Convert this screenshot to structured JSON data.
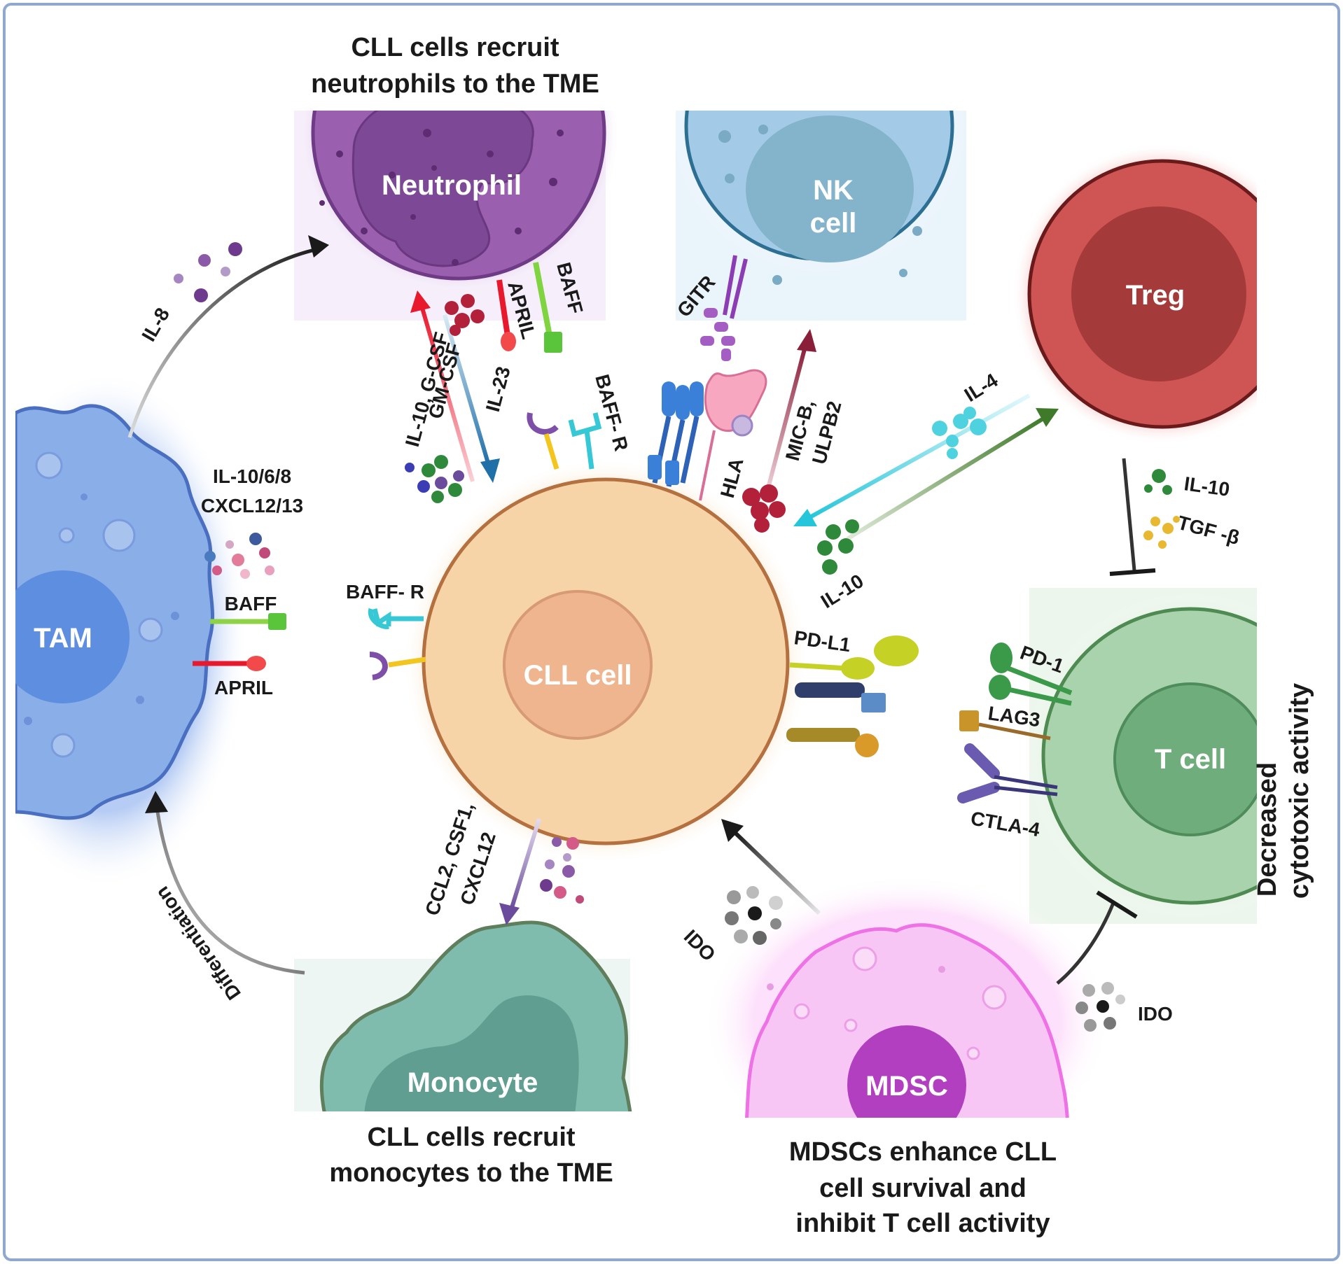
{
  "captions": {
    "neutrophil_line1": "CLL cells recruit",
    "neutrophil_line2": "neutrophils to the TME",
    "monocyte_line1": "CLL cells recruit",
    "monocyte_line2": "monocytes to the TME",
    "mdsc_line1": "MDSCs enhance CLL",
    "mdsc_line2": "cell survival and",
    "mdsc_line3": "inhibit T cell activity",
    "tcell_line1": "Decreased",
    "tcell_line2": "cytotoxic activity"
  },
  "cells": {
    "neutrophil": "Neutrophil",
    "nk_line1": "NK",
    "nk_line2": "cell",
    "treg": "Treg",
    "tam": "TAM",
    "cll": "CLL cell",
    "tcell": "T cell",
    "monocyte": "Monocyte",
    "mdsc": "MDSC"
  },
  "labels": {
    "il8": "IL-8",
    "il10_gcsf": "IL-10, G-CSF",
    "gmcsf": "GM-CSF",
    "il23": "IL-23",
    "april_neut": "APRIL",
    "baff_neut": "BAFF",
    "baffr_top": "BAFF- R",
    "gitr": "GITR",
    "hla": "HLA",
    "micb": "MIC-B,",
    "ulpb2": "ULPB2",
    "il4": "IL-4",
    "il10_cll": "IL-10",
    "tam_cyto_line1": "IL-10/6/8",
    "tam_cyto_line2": "CXCL12/13",
    "baff_tam": "BAFF",
    "april_tam": "APRIL",
    "baffr_left": "BAFF- R",
    "pdl1": "PD-L1",
    "pd1": "PD-1",
    "lag3": "LAG3",
    "ctla4": "CTLA-4",
    "il10_treg": "IL-10",
    "tgfb": "TGF -β",
    "ccl2_line1": "CCL2, CSF1,",
    "ccl2_line2": "CXCL12",
    "differentiation": "Differentiation",
    "ido_left": "IDO",
    "ido_right": "IDO"
  },
  "colors": {
    "frame": "#8fa8d0",
    "neutrophil": "#9a5fae",
    "nk": "#a3cbe8",
    "treg": "#cf5454",
    "tam": "#8aaee8",
    "cll": "#f6d4a8",
    "tcell": "#a9d3ac",
    "monocyte": "#7fbcae",
    "mdsc": "#f8c6f4",
    "mdsc_nucleus": "#b13fbf"
  }
}
